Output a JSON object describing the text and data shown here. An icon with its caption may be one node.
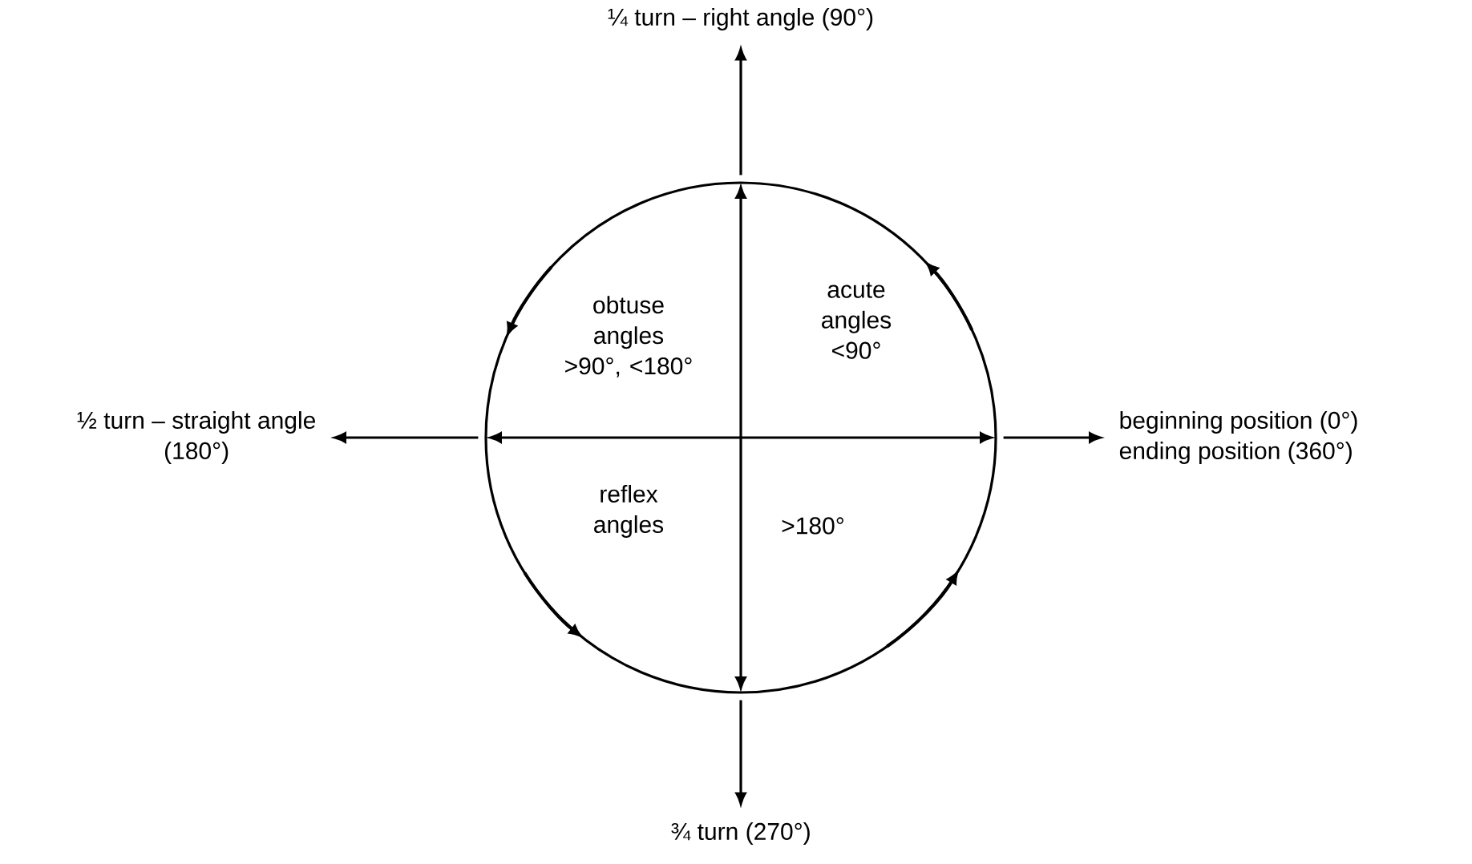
{
  "diagram": {
    "nodes": [
      {
        "text": [],
        "shape": "circle"
      },
      {
        "text": [
          "¼ turn – right angle (90°)"
        ]
      },
      {
        "text": [
          "½ turn – straight angle",
          "(180°)"
        ]
      },
      {
        "text": [
          "beginning position (0°)",
          "ending position (360°)"
        ]
      },
      {
        "text": [
          "¾ turn (270°)"
        ]
      }
    ],
    "edges": [
      {
        "from": 0,
        "to": 1,
        "arrow": "to"
      },
      {
        "from": 0,
        "to": 2,
        "arrow": "to"
      },
      {
        "from": 0,
        "to": 3,
        "arrow": "to"
      },
      {
        "from": 0,
        "to": 4,
        "arrow": "to"
      }
    ],
    "labels": [
      "obtuse angles >90°, <180°",
      "acute angles <90°",
      "reflex angles",
      ">180°"
    ]
  }
}
